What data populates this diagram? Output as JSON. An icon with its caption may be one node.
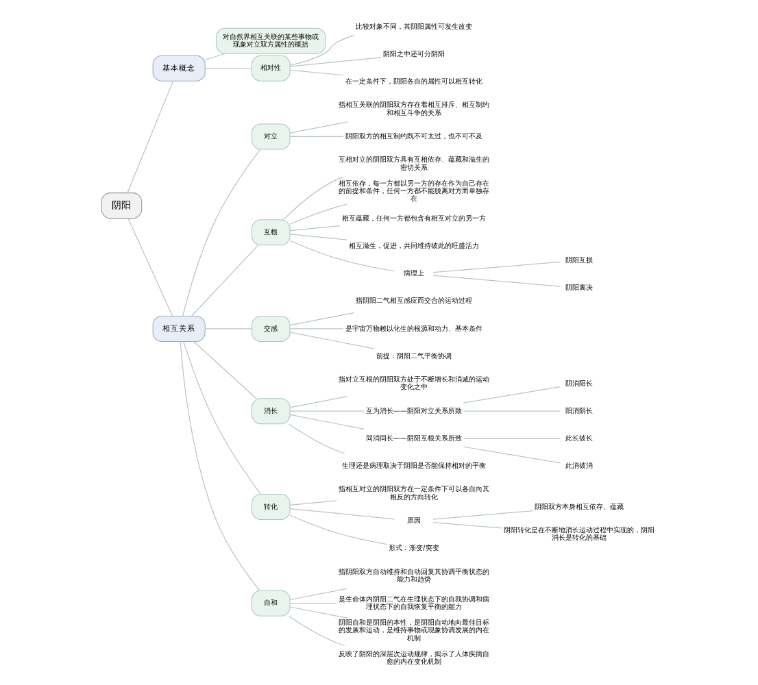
{
  "diagram": {
    "nodes": [
      {
        "text": [
          "阴阳"
        ]
      },
      {
        "text": [
          "基本概念"
        ]
      },
      {
        "text": [
          "对自然界相互关联的某些事物或现象对立双方属性的概括"
        ]
      },
      {
        "text": [
          "相对性"
        ]
      },
      {
        "text": [
          "比较对象不同，其阴阳属性可发生改变"
        ]
      },
      {
        "text": [
          "阴阳之中还可分阴阳"
        ]
      },
      {
        "text": [
          "在一定条件下，阴阳各自的属性可以相互转化"
        ]
      },
      {
        "text": [
          "相互关系"
        ]
      },
      {
        "text": [
          "对立"
        ]
      },
      {
        "text": [
          "指相互关联的阴阳双方存在着相互排斥、相互制约和相互斗争的关系"
        ]
      },
      {
        "text": [
          "阴阳双方的相互制约既不可太过，也不可不及"
        ]
      },
      {
        "text": [
          "互根"
        ]
      },
      {
        "text": [
          "互相对立的阴阳双方具有互相依存、蕴藏和滋生的密切关系"
        ]
      },
      {
        "text": [
          "相互依存，每一方都以另一方的存在作为自己存在的前提和条件，任何一方都不能脱离对方而单独存在"
        ]
      },
      {
        "text": [
          "相互蕴藏，任何一方都包含有相互对立的另一方"
        ]
      },
      {
        "text": [
          "相互滋生，促进，共同维持彼此的旺盛活力"
        ]
      },
      {
        "text": [
          "病理上"
        ]
      },
      {
        "text": [
          "阴阳互损"
        ]
      },
      {
        "text": [
          "阴阳离决"
        ]
      },
      {
        "text": [
          "交感"
        ]
      },
      {
        "text": [
          "指阴阳二气相互感应而交合的运动过程"
        ]
      },
      {
        "text": [
          "是宇宙万物赖以化生的根源和动力、基本条件"
        ]
      },
      {
        "text": [
          "前提：阴阳二气平衡协调"
        ]
      },
      {
        "text": [
          "消长"
        ]
      },
      {
        "text": [
          "指对立互根的阴阳双方处于不断增长和消减的运动变化之中"
        ]
      },
      {
        "text": [
          "互为消长——阴阳对立关系所致"
        ]
      },
      {
        "text": [
          "阴消阳长"
        ]
      },
      {
        "text": [
          "阳消阴长"
        ]
      },
      {
        "text": [
          "同消同长——阴阳互根关系所致"
        ]
      },
      {
        "text": [
          "此长彼长"
        ]
      },
      {
        "text": [
          "此消彼消"
        ]
      },
      {
        "text": [
          "生理还是病理取决于阴阳是否能保持相对的平衡"
        ]
      },
      {
        "text": [
          "转化"
        ]
      },
      {
        "text": [
          "指相互对立的阴阳双方在一定条件下可以各自向其相反的方向转化"
        ]
      },
      {
        "text": [
          "原因"
        ]
      },
      {
        "text": [
          "阴阳双方本身相互依存、蕴藏"
        ]
      },
      {
        "text": [
          "阴阳转化是在不断地消长运动过程中实现的，阴阳消长是转化的基础"
        ]
      },
      {
        "text": [
          "形式：渐变/突变"
        ]
      },
      {
        "text": [
          "自和"
        ]
      },
      {
        "text": [
          "指阴阳双方自动维持和自动回复其协调平衡状态的能力和趋势"
        ]
      },
      {
        "text": [
          "是生命体内阴阳二气在生理状态下的自我协调和病理状态下的自我恢复平衡的能力"
        ]
      },
      {
        "text": [
          "阴阳自和是阴阳的本性，是阴阳自动地向最佳目标的发展和运动，是维持事物或现象协调发展的内在机制"
        ]
      },
      {
        "text": [
          "反映了阴阳的深层次运动规律，揭示了人体疾病自愈的内在变化机制"
        ]
      }
    ],
    "edges": [
      {
        "from": 0,
        "to": 1,
        "arrow": "none"
      },
      {
        "from": 1,
        "to": 2,
        "arrow": "none"
      },
      {
        "from": 1,
        "to": 3,
        "arrow": "none"
      },
      {
        "from": 3,
        "to": 4,
        "arrow": "none"
      },
      {
        "from": 3,
        "to": 5,
        "arrow": "none"
      },
      {
        "from": 3,
        "to": 6,
        "arrow": "none"
      },
      {
        "from": 0,
        "to": 7,
        "arrow": "none"
      },
      {
        "from": 7,
        "to": 8,
        "arrow": "none"
      },
      {
        "from": 8,
        "to": 9,
        "arrow": "none"
      },
      {
        "from": 8,
        "to": 10,
        "arrow": "none"
      },
      {
        "from": 7,
        "to": 11,
        "arrow": "none"
      },
      {
        "from": 11,
        "to": 12,
        "arrow": "none"
      },
      {
        "from": 11,
        "to": 13,
        "arrow": "none"
      },
      {
        "from": 11,
        "to": 14,
        "arrow": "none"
      },
      {
        "from": 11,
        "to": 15,
        "arrow": "none"
      },
      {
        "from": 11,
        "to": 16,
        "arrow": "none"
      },
      {
        "from": 16,
        "to": 17,
        "arrow": "none"
      },
      {
        "from": 16,
        "to": 18,
        "arrow": "none"
      },
      {
        "from": 7,
        "to": 19,
        "arrow": "none"
      },
      {
        "from": 19,
        "to": 20,
        "arrow": "none"
      },
      {
        "from": 19,
        "to": 21,
        "arrow": "none"
      },
      {
        "from": 19,
        "to": 22,
        "arrow": "none"
      },
      {
        "from": 7,
        "to": 23,
        "arrow": "none"
      },
      {
        "from": 23,
        "to": 24,
        "arrow": "none"
      },
      {
        "from": 23,
        "to": 25,
        "arrow": "none"
      },
      {
        "from": 25,
        "to": 26,
        "arrow": "none"
      },
      {
        "from": 25,
        "to": 27,
        "arrow": "none"
      },
      {
        "from": 23,
        "to": 28,
        "arrow": "none"
      },
      {
        "from": 28,
        "to": 29,
        "arrow": "none"
      },
      {
        "from": 28,
        "to": 30,
        "arrow": "none"
      },
      {
        "from": 23,
        "to": 31,
        "arrow": "none"
      },
      {
        "from": 7,
        "to": 32,
        "arrow": "none"
      },
      {
        "from": 32,
        "to": 33,
        "arrow": "none"
      },
      {
        "from": 32,
        "to": 34,
        "arrow": "none"
      },
      {
        "from": 34,
        "to": 35,
        "arrow": "none"
      },
      {
        "from": 34,
        "to": 36,
        "arrow": "none"
      },
      {
        "from": 32,
        "to": 37,
        "arrow": "none"
      },
      {
        "from": 7,
        "to": 38,
        "arrow": "none"
      },
      {
        "from": 38,
        "to": 39,
        "arrow": "none"
      },
      {
        "from": 38,
        "to": 40,
        "arrow": "none"
      },
      {
        "from": 38,
        "to": 41,
        "arrow": "none"
      },
      {
        "from": 38,
        "to": 42,
        "arrow": "none"
      }
    ]
  }
}
